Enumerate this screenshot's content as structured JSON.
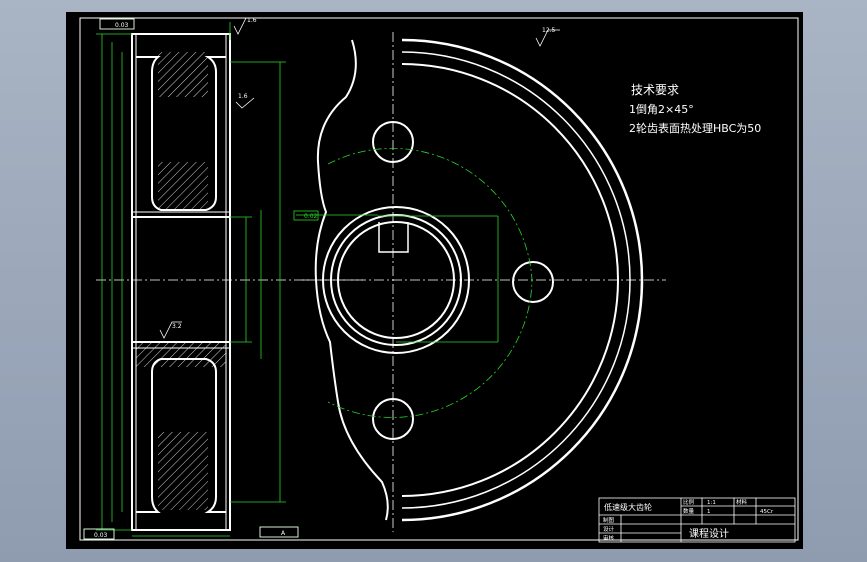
{
  "drawing": {
    "tech_title": "技术要求",
    "tech_req_1": "1倒角2×45°",
    "tech_req_2": "2轮齿表面热处理HBC为50",
    "roughness_top": "12.5",
    "roughness_a": "1.6",
    "roughness_b": "3.2",
    "roughness_c": "1.6",
    "tol_top": "0.03",
    "tol_left": "0.02",
    "tol_bottom": "0.03",
    "datum_a": "A"
  },
  "title_block": {
    "part_name": "低速级大齿轮",
    "scale_label": "比例",
    "scale_value": "1:1",
    "qty_label": "数量",
    "qty_value": "1",
    "material_label": "材料",
    "material_value": "45Cr",
    "draw_label": "制图",
    "design_label": "设计",
    "check_label": "审核",
    "course": "课程设计"
  },
  "colors": {
    "background": "#000000",
    "outline": "#ffffff",
    "dimension": "#2ad42a",
    "frame_bg": "#a9b4c4"
  }
}
